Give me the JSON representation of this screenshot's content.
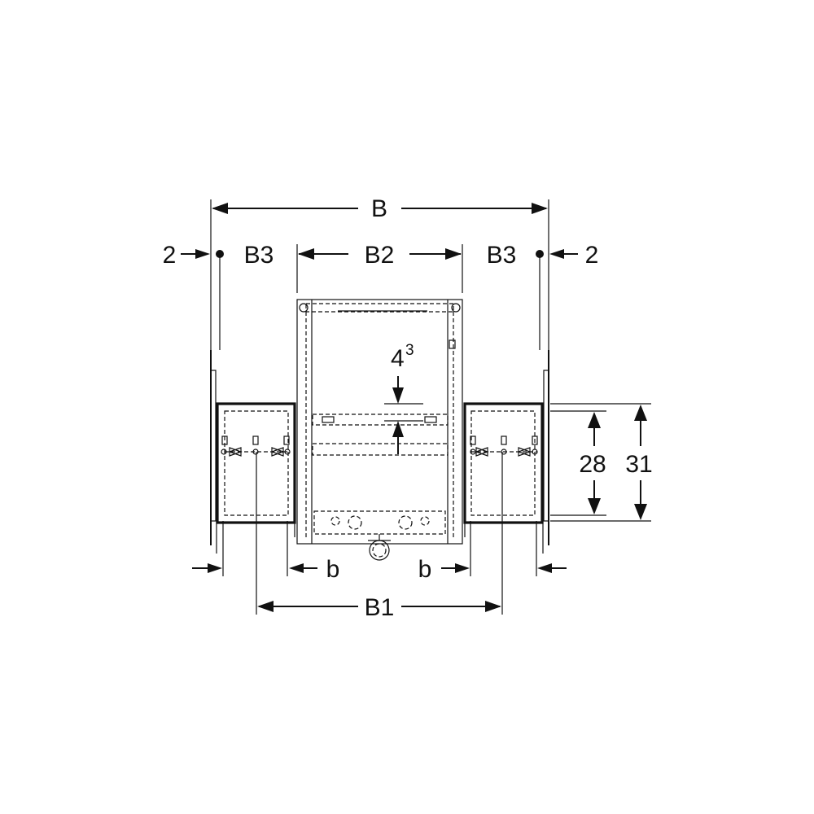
{
  "diagram": {
    "labels": {
      "overall_width": "B",
      "side_width_left": "B3",
      "center_width": "B2",
      "side_width_right": "B3",
      "offset_left": "2",
      "offset_right": "2",
      "distance": "B1",
      "gap_left": "b",
      "gap_right": "b",
      "dim_small_base": "4",
      "dim_small_exp": "3",
      "height_inner": "28",
      "height_outer": "31"
    }
  }
}
